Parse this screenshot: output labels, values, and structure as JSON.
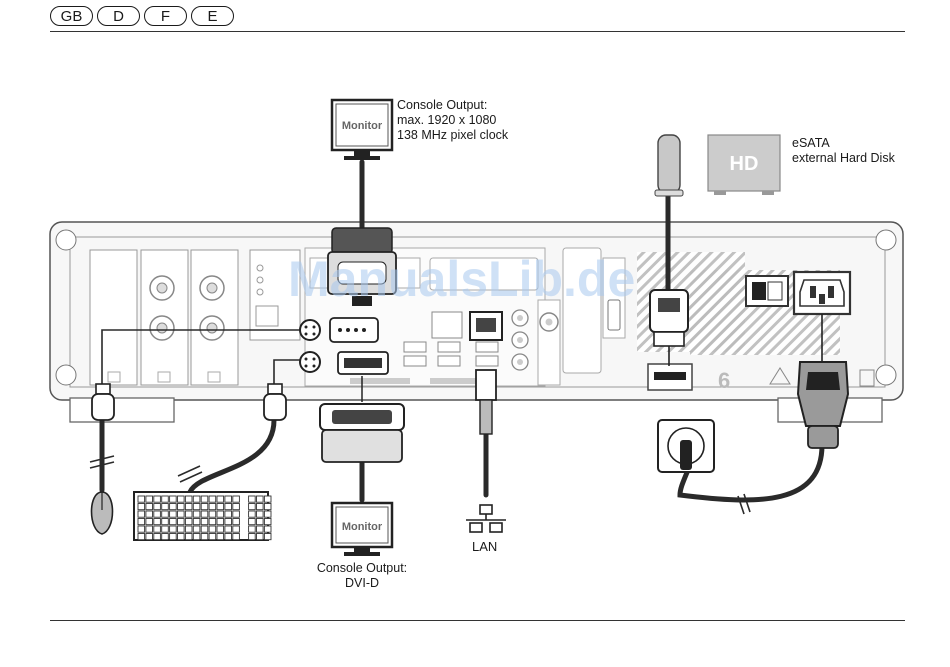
{
  "languages": [
    "GB",
    "D",
    "F",
    "E"
  ],
  "monitor_top": {
    "screen_text": "Monitor",
    "caption_lines": [
      "Console Output:",
      "max. 1920 x 1080",
      "138 MHz pixel clock"
    ]
  },
  "monitor_bottom": {
    "screen_text": "Monitor",
    "caption_lines": [
      "Console Output:",
      "DVI-D"
    ]
  },
  "esata": {
    "disk_text": "HD",
    "caption_lines": [
      "eSATA",
      "external Hard Disk"
    ]
  },
  "lan": {
    "label": "LAN"
  },
  "watermark": "ManualsLib.de"
}
